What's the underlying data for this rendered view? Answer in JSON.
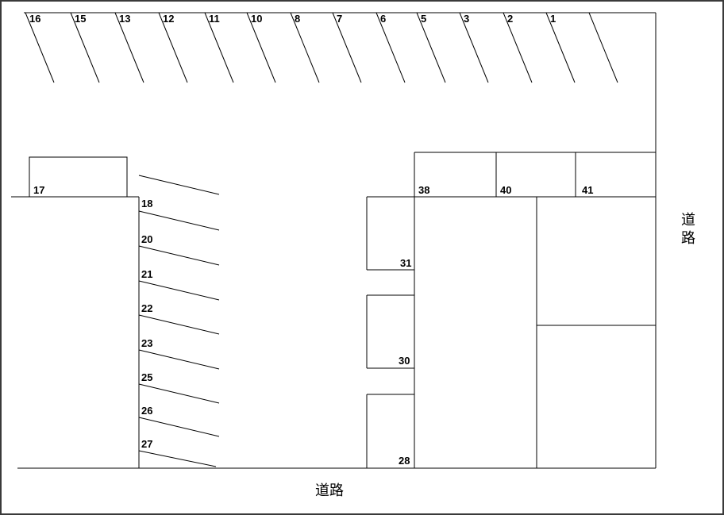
{
  "top_row": [
    "16",
    "15",
    "13",
    "12",
    "11",
    "10",
    "8",
    "7",
    "6",
    "5",
    "3",
    "2",
    "1"
  ],
  "left_column": [
    "18",
    "20",
    "21",
    "22",
    "23",
    "25",
    "26",
    "27"
  ],
  "spot_17": "17",
  "right_block": [
    "38",
    "40",
    "41"
  ],
  "center_column": [
    "31",
    "30",
    "28"
  ],
  "road_bottom": "道路",
  "road_right_chars": [
    "道",
    "路"
  ]
}
